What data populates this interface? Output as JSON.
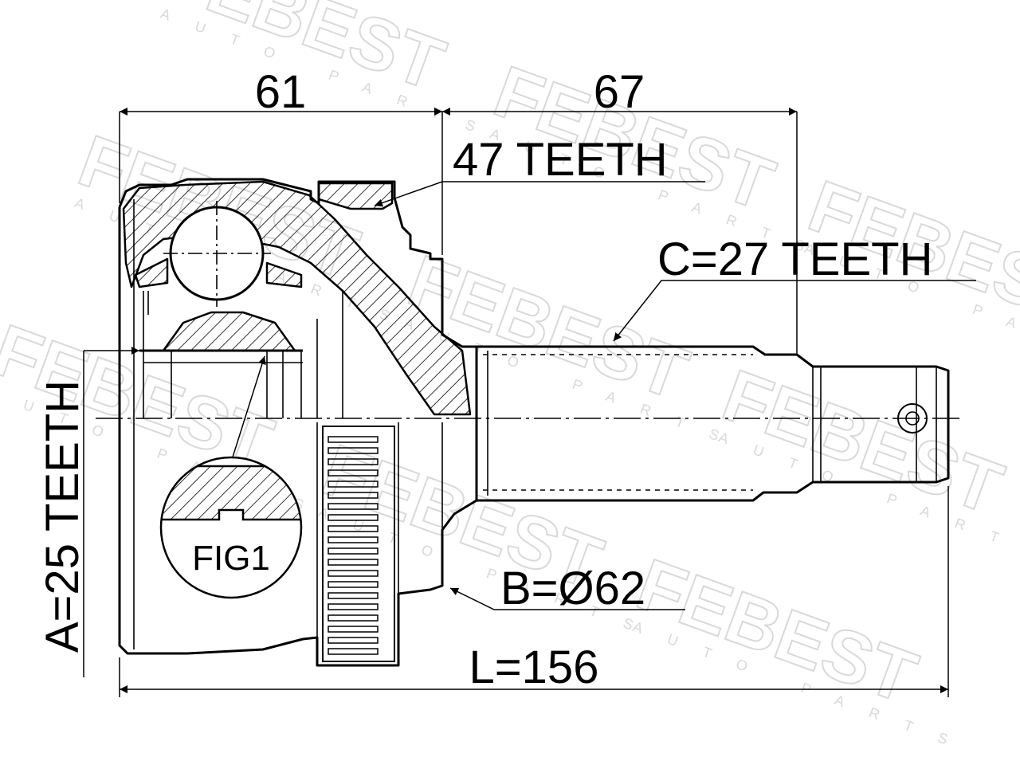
{
  "watermark": {
    "brand": "FEBEST",
    "tagline": "AUTO PARTS"
  },
  "dimensions": {
    "left_length": "61",
    "right_length": "67",
    "total_length": "L=156"
  },
  "callouts": {
    "outer_teeth": "47 TEETH",
    "shaft_teeth": "C=27 TEETH",
    "seal_diameter": "B=Ø62",
    "inner_teeth": "A=25 TEETH",
    "detail": "FIG1"
  },
  "colors": {
    "line": "#000000",
    "watermark": "#d9d9d9",
    "background": "#ffffff"
  }
}
